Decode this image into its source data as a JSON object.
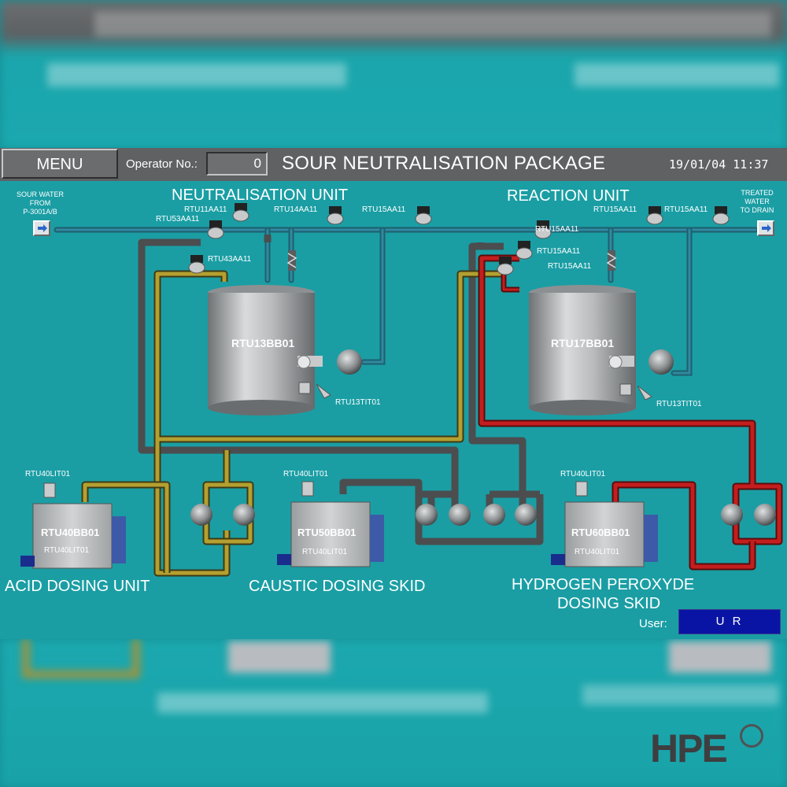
{
  "header": {
    "menu_label": "MENU",
    "operator_label": "Operator No.:",
    "operator_value": "0",
    "title": "SOUR NEUTRALISATION PACKAGE",
    "datetime": "19/01/04 11:37"
  },
  "sections": {
    "neutralisation_title": "NEUTRALISATION UNIT",
    "reaction_title": "REACTION UNIT",
    "acid_title": "ACID DOSING UNIT",
    "caustic_title": "CAUSTIC DOSING SKID",
    "h2o2_title_line1": "HYDROGEN PEROXYDE",
    "h2o2_title_line2": "DOSING SKID"
  },
  "io": {
    "inlet_line1": "SOUR WATER",
    "inlet_line2": "FROM",
    "inlet_line3": "P-3001A/B",
    "outlet_line1": "TREATED",
    "outlet_line2": "WATER",
    "outlet_line3": "TO DRAIN"
  },
  "tags": {
    "v_rtu11aa11": "RTU11AA11",
    "v_rtu53aa11": "RTU53AA11",
    "v_rtu14aa11": "RTU14AA11",
    "v_rtu15aa11_a": "RTU15AA11",
    "v_rtu43aa11": "RTU43AA11",
    "v_rtu15aa11_b": "RTU15AA11",
    "v_rtu15aa11_c": "RTU15AA11",
    "v_rtu15aa11_d": "RTU15AA11",
    "v_rtu15aa11_e": "RTU15AA11",
    "v_rtu15aa11_f": "RTU15AA11",
    "tank1": "RTU13BB01",
    "tank2": "RTU17BB01",
    "tit1": "RTU13TIT01",
    "tit2": "RTU13TIT01",
    "lit_acid": "RTU40LIT01",
    "lit_caustic": "RTU40LIT01",
    "lit_h2o2": "RTU40LIT01",
    "skid_acid": "RTU40BB01",
    "skid_caustic": "RTU50BB01",
    "skid_h2o2": "RTU60BB01",
    "skid_acid_sub": "RTU40LIT01",
    "skid_caustic_sub": "RTU40LIT01",
    "skid_h2o2_sub": "RTU40LIT01"
  },
  "footer": {
    "user_label": "User:",
    "user_value": "U R"
  },
  "brand": {
    "logo_text": "HPE"
  },
  "colors": {
    "background": "#1a9ea4",
    "process_pipe": "#2a7b8c",
    "drain_pipe": "#505050",
    "acid_pipe": "#b4a030",
    "peroxide_pipe": "#b81c1c",
    "user_field": "#0a14a4"
  },
  "icons": [
    "arrow-right-icon",
    "valve-icon",
    "pump-icon",
    "tank-icon",
    "temperature-transmitter-icon",
    "level-transmitter-icon",
    "motor-icon"
  ]
}
